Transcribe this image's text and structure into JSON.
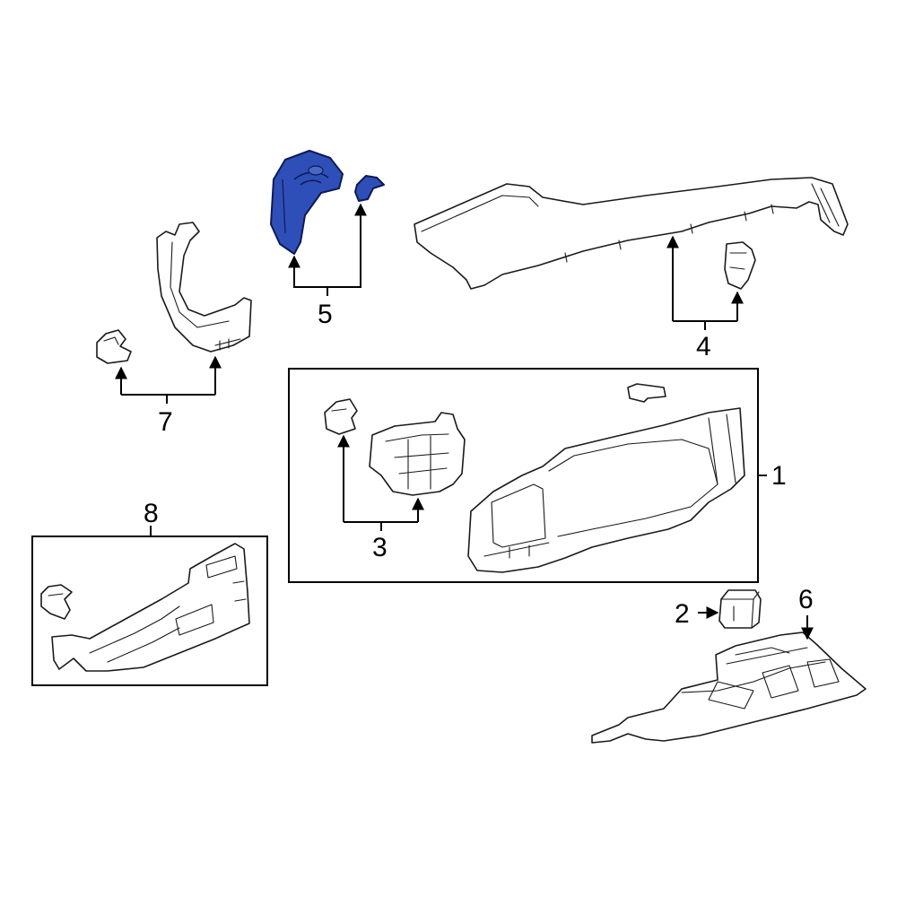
{
  "callouts": {
    "c1": "1",
    "c2": "2",
    "c3": "3",
    "c4": "4",
    "c5": "5",
    "c6": "6",
    "c7": "7",
    "c8": "8"
  },
  "colors": {
    "highlight_fill": "#2f4fb8",
    "highlight_stroke": "#0d1a55",
    "line": "#1a1a1a",
    "background": "#ffffff"
  },
  "highlighted_callout": "5"
}
